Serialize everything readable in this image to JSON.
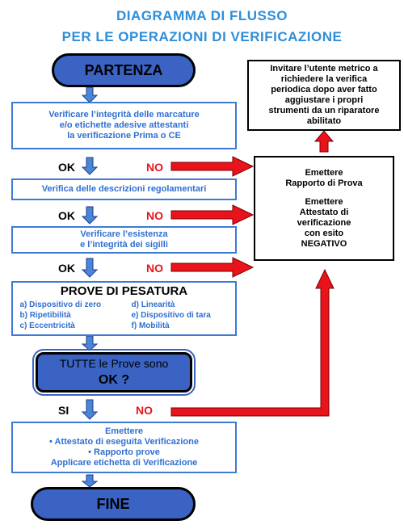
{
  "title": {
    "line1": "DIAGRAMMA DI FLUSSO",
    "line2": "PER LE OPERAZIONI DI VERIFICAZIONE"
  },
  "start": "PARTENZA",
  "end": "FINE",
  "steps": {
    "markings": [
      "Verificare l’integrità delle marcature",
      "e/o etichette adesive attestanti",
      "la verificazione Prima o CE"
    ],
    "descriptions": "Verifica delle descrizioni regolamentari",
    "seals": [
      "Verificare l’esistenza",
      "e l’integrità dei sigilli"
    ]
  },
  "tests": {
    "title": "PROVE DI PESATURA",
    "items": [
      "a) Dispositivo di zero",
      "d) Linearità",
      "b) Ripetibilità",
      "e) Dispositivo di tara",
      "c) Eccentricità",
      "f) Mobilità"
    ]
  },
  "decision": {
    "question": "TUTTE le Prove sono",
    "answer": "OK ?"
  },
  "final_box": {
    "heading": "Emettere",
    "bullet1": "•  Attestato di eseguita Verificazione",
    "bullet2": "•  Rapporto prove",
    "footer": "Applicare etichetta di Verificazione"
  },
  "labels": {
    "ok": "OK",
    "no": "NO",
    "si": "SI"
  },
  "negative_box": {
    "line1": "Emettere",
    "line2": "Rapporto di Prova",
    "line3": "Emettere",
    "line4": "Attestato di",
    "line5": "verificazione",
    "line6": "con esito",
    "line7": "NEGATIVO"
  },
  "invite_box": [
    "Invitare l’utente metrico a",
    "richiedere la verifica",
    "periodica dopo aver fatto",
    "aggiustare i propri",
    "strumenti da un riparatore",
    "abilitato"
  ],
  "colors": {
    "title": "#2f8ed8",
    "node_fill": "#3a63c4",
    "box_text": "#2f6fd0",
    "no_red": "#e8131b",
    "arrow_blue": "#4a86d8"
  }
}
